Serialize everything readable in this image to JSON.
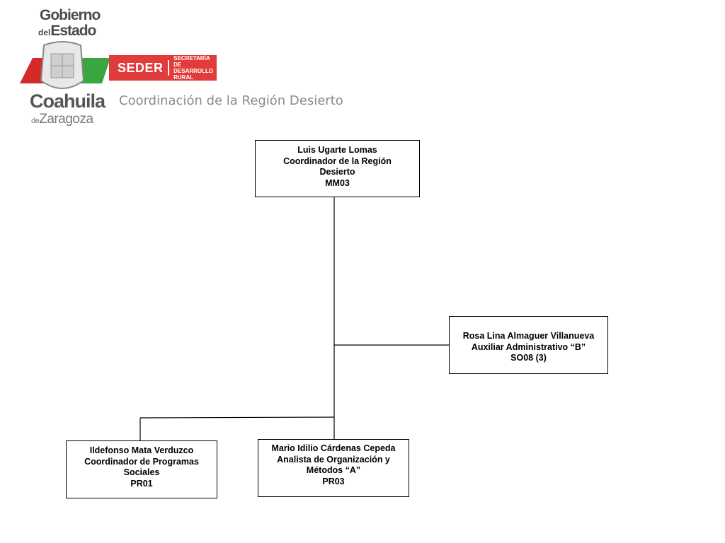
{
  "header": {
    "logo_gobierno": "Gobierno",
    "logo_del": "del",
    "logo_estado": "Estado",
    "logo_coahuila": "Coahuila",
    "logo_de": "de",
    "logo_zaragoza": "Zaragoza",
    "seder_name": "SEDER",
    "seder_sub": "SECRETARÍA DE DESARROLLO RURAL",
    "subtitle": "Coordinación de la Región Desierto"
  },
  "org_chart": {
    "root": {
      "name": "Luis Ugarte Lomas",
      "title": "Coordinador de la Región Desierto",
      "code": "MM03"
    },
    "children": [
      {
        "name": "Rosa Lina Almaguer Villanueva",
        "title": "Auxiliar Administrativo “B”",
        "code": "SO08 (3)"
      },
      {
        "name": "Ildefonso Mata Verduzco",
        "title": "Coordinador de Programas Sociales",
        "code": "PR01"
      },
      {
        "name": "Mario Idilio Cárdenas Cepeda",
        "title": "Analista de Organización y Métodos “A”",
        "code": "PR03"
      }
    ]
  },
  "colors": {
    "seder_red": "#e23b3b",
    "logo_green": "#3aa640",
    "logo_red": "#d42a2a",
    "subtitle_gray": "#8a8a8a"
  }
}
